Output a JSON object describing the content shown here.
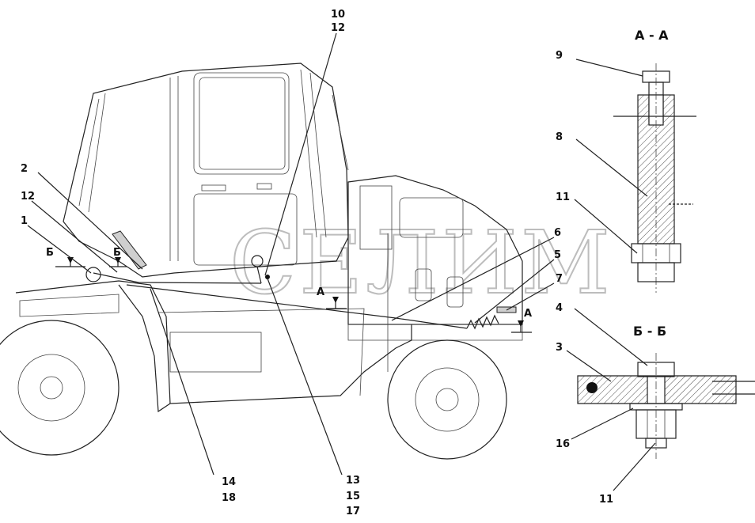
{
  "watermark": "СЕЛИМ",
  "sections": {
    "aa": "А - А",
    "bb": "Б - Б",
    "mark_a": "А",
    "mark_b": "Б"
  },
  "callouts": {
    "c10": "10",
    "c12_top": "12",
    "c2": "2",
    "c12_left": "12",
    "c1": "1",
    "c6": "6",
    "c5": "5",
    "c7": "7",
    "c14": "14",
    "c18": "18",
    "c13": "13",
    "c15": "15",
    "c17": "17",
    "c9": "9",
    "c8": "8",
    "c11_aa": "11",
    "c4": "4",
    "c3": "3",
    "c16": "16",
    "c11_bb": "11"
  }
}
